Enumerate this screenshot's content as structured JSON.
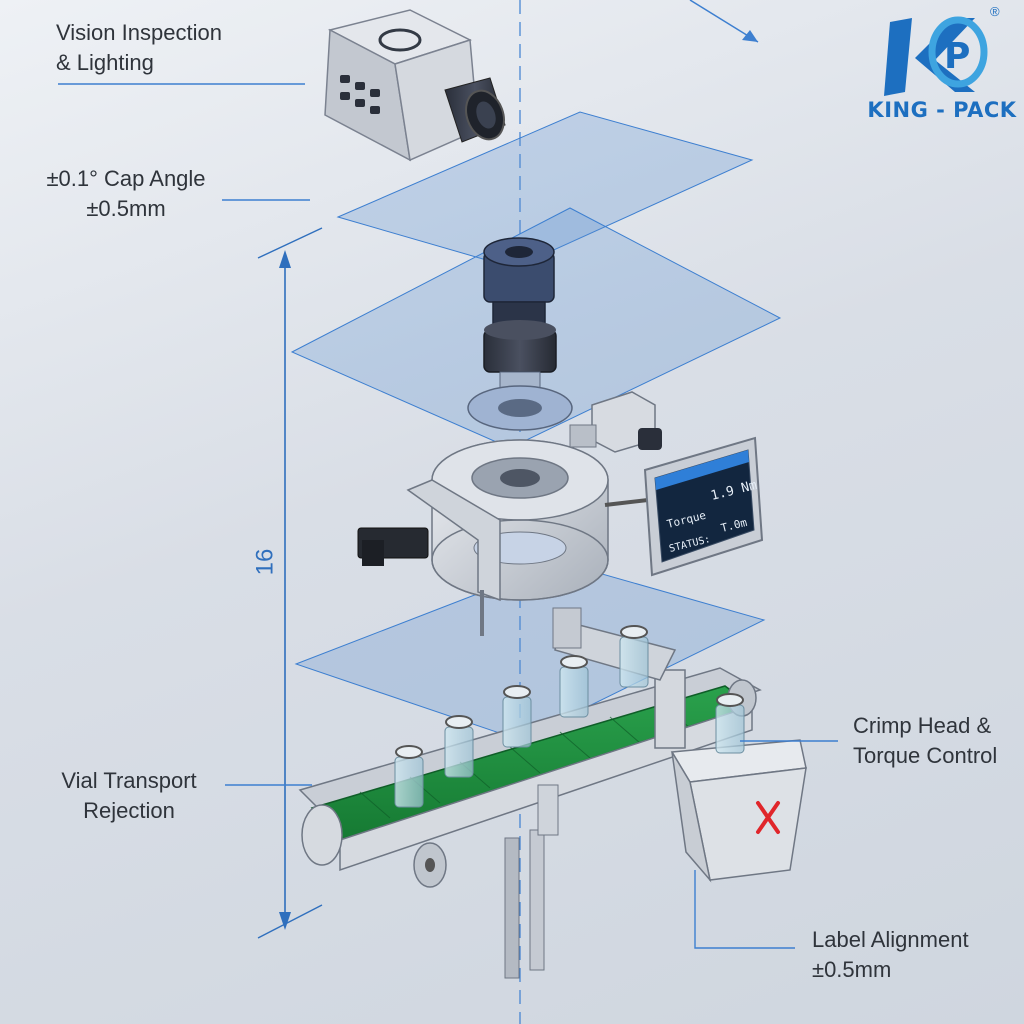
{
  "callouts": {
    "vision": {
      "line1": "Vision Inspection",
      "line2": "& Lighting"
    },
    "cap_angle": {
      "line1": "±0.1° Cap Angle",
      "line2": "±0.5mm"
    },
    "crimp": {
      "line1": "Crimp Head &",
      "line2": "Torque Control"
    },
    "transport": {
      "line1": "Vial Transport",
      "line2": "Rejection"
    },
    "label": {
      "line1": "Label Alignment",
      "line2": "±0.5mm"
    }
  },
  "dimension_label": "16",
  "display": {
    "line1_label": "Torque",
    "line1_value": "1.9 Nm",
    "line2_label": "STATUS:",
    "line2_value": "T.0m"
  },
  "brand": {
    "name": "KING - PACK",
    "mark": "®"
  },
  "colors": {
    "accent": "#2f6fbd",
    "plane": "#5b8fd0",
    "belt": "#1f8a3e",
    "metal": "#c9ced6",
    "dark_metal": "#3d4250",
    "reject_mark": "#e0262b",
    "brand": "#1d6fc0"
  },
  "icons": [
    "camera-icon",
    "reject-x-icon",
    "king-pack-logo-icon"
  ]
}
